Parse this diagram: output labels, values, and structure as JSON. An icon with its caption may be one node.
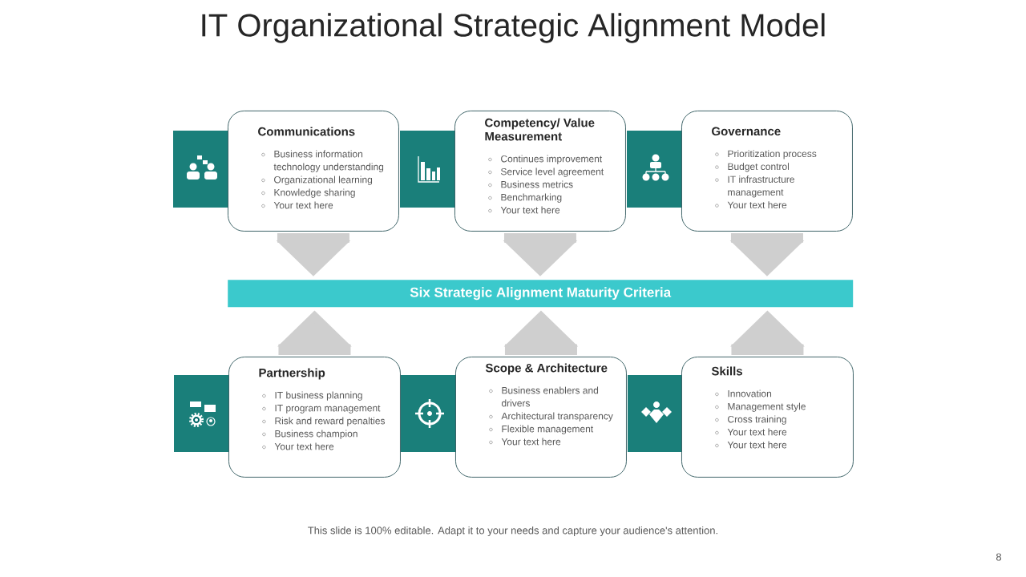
{
  "diagram": {
    "title": "IT Organizational Strategic Alignment Model",
    "nodes": [
      {
        "text": [
          "Communications",
          "Business information technology understanding",
          "Organizational learning",
          "Knowledge sharing",
          "Your text here"
        ]
      },
      {
        "text": [
          "Competency/ Value Measurement",
          "Continues improvement",
          "Service level agreement",
          "Business metrics",
          "Benchmarking",
          "Your text here"
        ]
      },
      {
        "text": [
          "Governance",
          "Prioritization process",
          "Budget control",
          "IT infrastructure management",
          "Your text here"
        ]
      },
      {
        "text": [
          "Six Strategic Alignment Maturity Criteria"
        ]
      },
      {
        "text": [
          "Partnership",
          "IT business planning",
          "IT program management",
          "Risk and reward penalties",
          "Business champion",
          "Your text here"
        ]
      },
      {
        "text": [
          "Scope & Architecture",
          "Business enablers and drivers",
          "Architectural transparency",
          "Flexible management",
          "Your text here"
        ]
      },
      {
        "text": [
          "Skills",
          "Innovation",
          "Management style",
          "Cross training",
          "Your text here",
          "Your text here"
        ]
      }
    ],
    "edges": [
      {
        "from": 0,
        "to": 3,
        "arrow": "to"
      },
      {
        "from": 1,
        "to": 3,
        "arrow": "to"
      },
      {
        "from": 2,
        "to": 3,
        "arrow": "to"
      },
      {
        "from": 4,
        "to": 3,
        "arrow": "to"
      },
      {
        "from": 5,
        "to": 3,
        "arrow": "to"
      },
      {
        "from": 6,
        "to": 3,
        "arrow": "to"
      }
    ],
    "labels": [
      "This slide is 100% editable. Adapt it to your needs and capture your audience's attention.",
      "8"
    ]
  }
}
